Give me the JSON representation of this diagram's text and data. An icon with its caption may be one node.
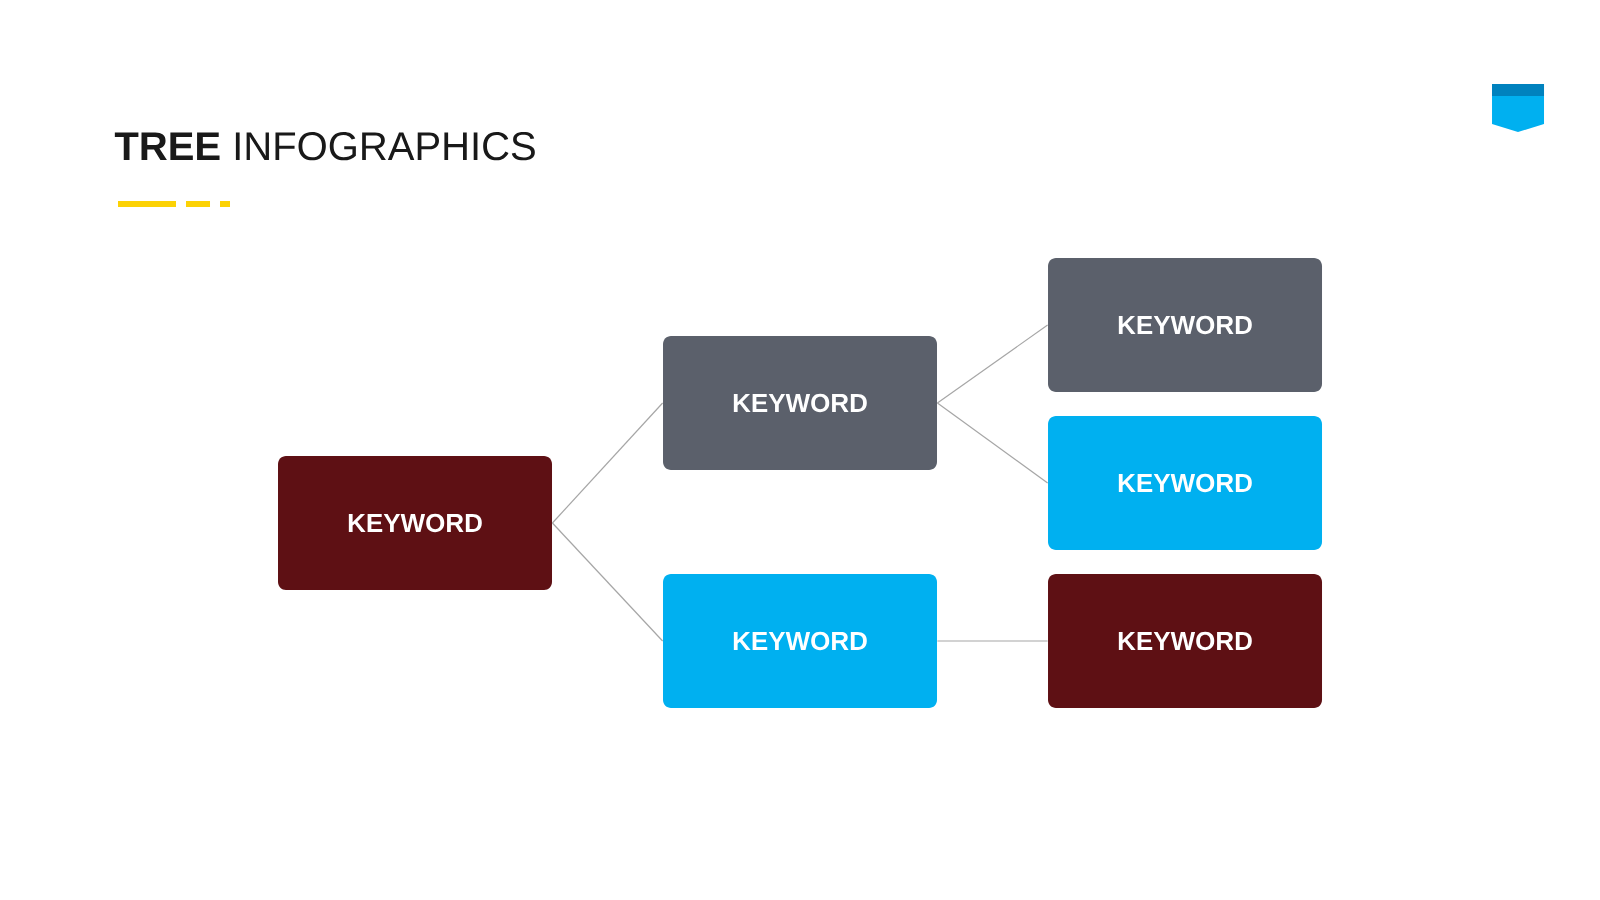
{
  "diagram": {
    "title": "**TREE** INFOGRAPHICS",
    "nodes": [
      {
        "text": [
          "KEYWORD"
        ]
      },
      {
        "text": [
          "KEYWORD"
        ]
      },
      {
        "text": [
          "KEYWORD"
        ]
      },
      {
        "text": [
          "KEYWORD"
        ]
      },
      {
        "text": [
          "KEYWORD"
        ]
      },
      {
        "text": [
          "KEYWORD"
        ]
      }
    ],
    "edges": [
      {
        "from": 0,
        "to": 1,
        "arrow": "none"
      },
      {
        "from": 0,
        "to": 2,
        "arrow": "none"
      },
      {
        "from": 1,
        "to": 3,
        "arrow": "none"
      },
      {
        "from": 1,
        "to": 4,
        "arrow": "none"
      },
      {
        "from": 2,
        "to": 5,
        "arrow": "none"
      }
    ]
  }
}
